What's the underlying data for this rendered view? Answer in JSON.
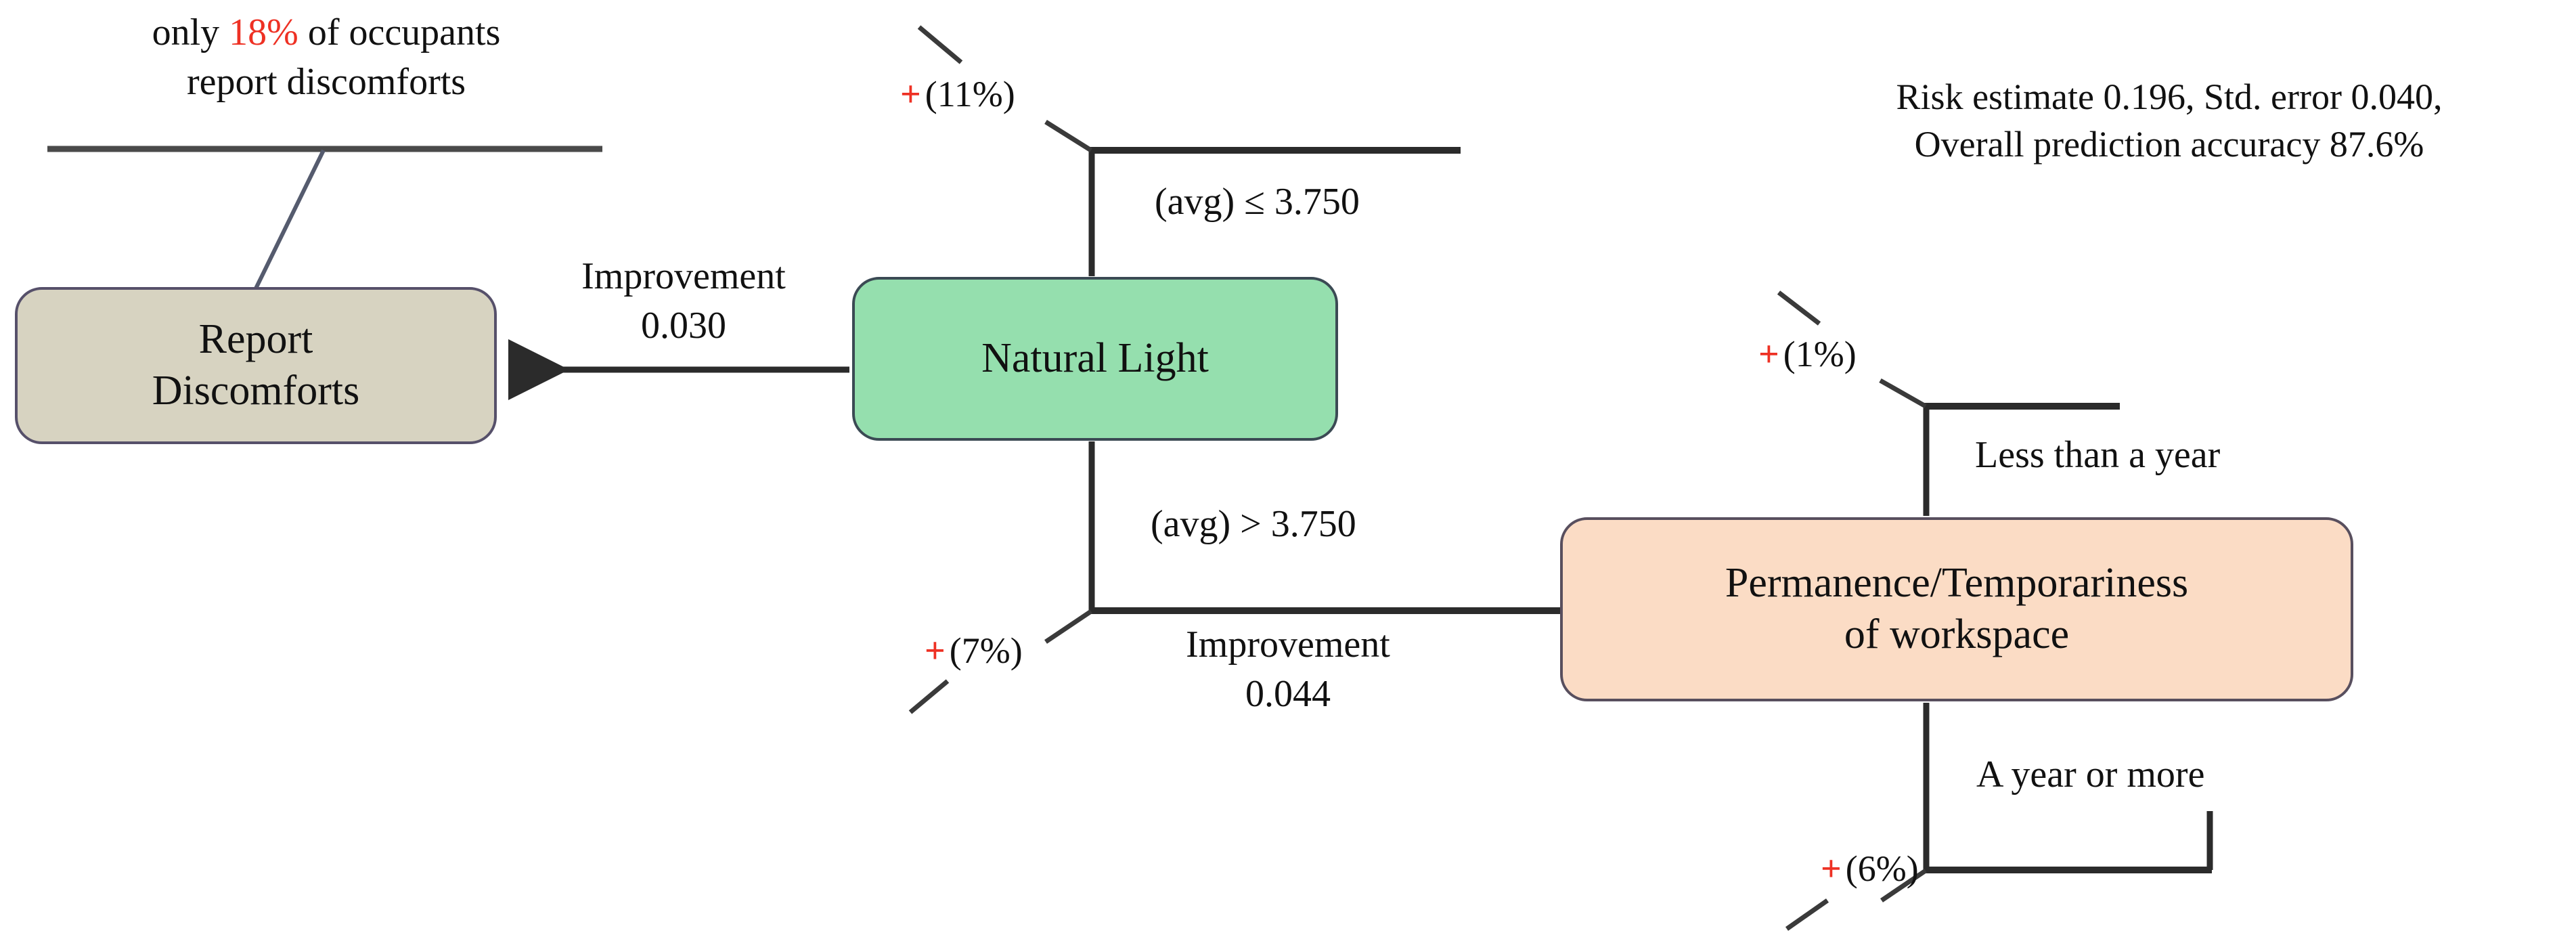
{
  "diagram": {
    "type": "decision-tree",
    "title": "",
    "nodes": [
      {
        "id": "report-discomforts",
        "label": "Report\nDiscomforts",
        "fill": "#d7d3c1",
        "border": "#56506a"
      },
      {
        "id": "natural-light",
        "label": "Natural Light",
        "fill": "#95dfae",
        "border": "#3b4a54"
      },
      {
        "id": "permanence-temporariness",
        "label": "Permanence/Temporariness\nof workspace",
        "fill": "#fbdcc5",
        "border": "#584f5e"
      }
    ],
    "branch_labels": {
      "avg_le": "(avg) ≤ 3.750",
      "avg_gt": "(avg) > 3.750",
      "less_than_year": "Less than a year",
      "year_or_more": "A year or more"
    },
    "edge_labels": {
      "improvement_030": "Improvement\n0.030",
      "improvement_044": "Improvement\n0.044"
    },
    "percent_tags": [
      {
        "id": "tag-11",
        "sign": "+",
        "value": "(11%)"
      },
      {
        "id": "tag-7",
        "sign": "+",
        "value": "(7%)"
      },
      {
        "id": "tag-1",
        "sign": "+",
        "value": "(1%)"
      },
      {
        "id": "tag-6",
        "sign": "+",
        "value": "(6%)"
      }
    ],
    "annotations": {
      "discomfort_callout": {
        "prefix": "only ",
        "highlight": "18%",
        "suffix": " of occupants\nreport discomforts",
        "highlight_color": "#ee3124"
      },
      "risk_stats": "Risk estimate 0.196, Std. error 0.040,\nOverall prediction accuracy 87.6%"
    },
    "colors": {
      "line": "#2b2b2b",
      "accent_red": "#ee3124",
      "node_green": "#95dfae",
      "node_peach": "#fbdcc5",
      "node_tan": "#d7d3c1",
      "background": "#ffffff"
    }
  }
}
